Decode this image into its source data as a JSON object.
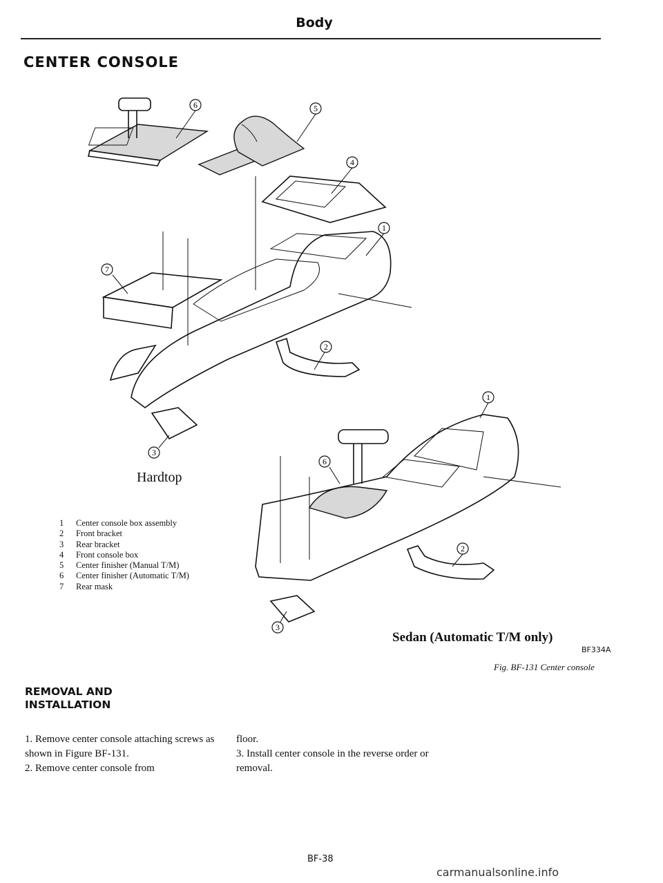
{
  "header": {
    "title": "Body"
  },
  "section": {
    "title": "CENTER CONSOLE"
  },
  "figure": {
    "hardtop_caption": "Hardtop",
    "sedan_caption": "Sedan (Automatic T/M only)",
    "code": "BF334A",
    "caption": "Fig. BF-131 Center console",
    "callouts": [
      "1",
      "2",
      "3",
      "4",
      "5",
      "6",
      "7"
    ],
    "legend": [
      {
        "num": "1",
        "label": "Center console box assembly"
      },
      {
        "num": "2",
        "label": "Front bracket"
      },
      {
        "num": "3",
        "label": "Rear bracket"
      },
      {
        "num": "4",
        "label": "Front console box"
      },
      {
        "num": "5",
        "label": "Center finisher (Manual T/M)"
      },
      {
        "num": "6",
        "label": "Center finisher (Automatic T/M)"
      },
      {
        "num": "7",
        "label": "Rear mask"
      }
    ]
  },
  "removal": {
    "title": "REMOVAL AND INSTALLATION",
    "step1": "1. Remove center console attaching screws as shown in Figure BF-131.",
    "step2": "2. Remove center console from",
    "step2_cont": "floor.",
    "step3": "3. Install center console in the reverse order or removal."
  },
  "footer": {
    "page": "BF-38",
    "watermark": "carmanualsonline.info"
  }
}
